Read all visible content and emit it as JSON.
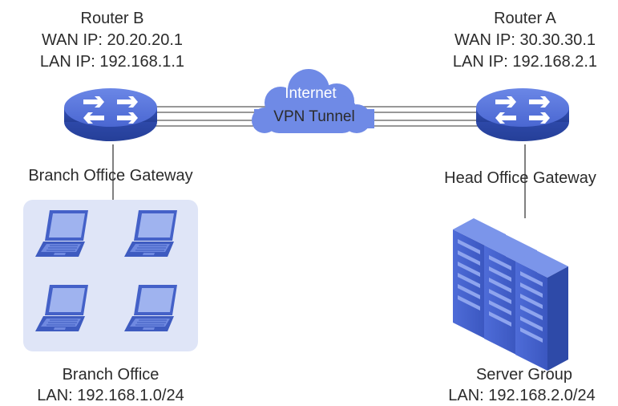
{
  "router_b": {
    "name": "Router B",
    "wan_ip": "WAN IP: 20.20.20.1",
    "lan_ip": "LAN IP: 192.168.1.1",
    "role": "Branch Office Gateway"
  },
  "router_a": {
    "name": "Router A",
    "wan_ip": "WAN IP: 30.30.30.1",
    "lan_ip": "LAN IP: 192.168.2.1",
    "role": "Head Office Gateway"
  },
  "internet": {
    "label": "Internet",
    "tunnel_label": "VPN Tunnel"
  },
  "branch_office": {
    "name": "Branch Office",
    "lan": "LAN: 192.168.1.0/24",
    "device_icon": "laptop-icon",
    "device_count": 4
  },
  "server_group": {
    "name": "Server Group",
    "lan": "LAN: 192.168.2.0/24",
    "device_icon": "server-icon",
    "device_count": 3
  },
  "colors": {
    "router": "#4f6fd8",
    "router_dark": "#2a47a8",
    "cloud": "#6f8ae6",
    "branch_panel": "#dfe5f7",
    "server": "#4866d2",
    "lines": "#555555"
  }
}
